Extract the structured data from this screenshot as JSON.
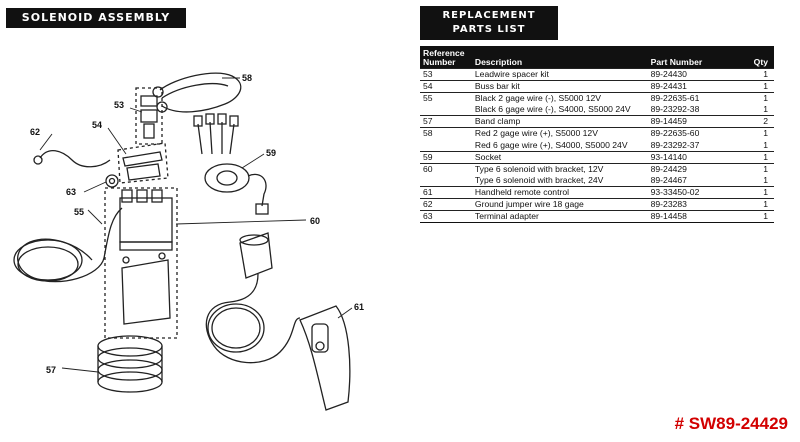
{
  "titles": {
    "left": "SOLENOID ASSEMBLY",
    "right_line1": "REPLACEMENT",
    "right_line2": "PARTS LIST"
  },
  "table": {
    "headers": {
      "ref_line1": "Reference",
      "ref_line2": "Number",
      "description": "Description",
      "part_number": "Part Number",
      "qty": "Qty"
    },
    "rows": [
      {
        "ref": "53",
        "description": "Leadwire spacer kit",
        "part_number": "89-24430",
        "qty": "1"
      },
      {
        "ref": "54",
        "description": "Buss bar kit",
        "part_number": "89-24431",
        "qty": "1"
      },
      {
        "ref": "55",
        "description": "Black 2 gage wire (-), S5000 12V",
        "part_number": "89-22635-61",
        "qty": "1"
      },
      {
        "ref": "",
        "description": "Black 6 gage wire (-), S4000, S5000 24V",
        "part_number": "89-23292-38",
        "qty": "1"
      },
      {
        "ref": "57",
        "description": "Band clamp",
        "part_number": "89-14459",
        "qty": "2"
      },
      {
        "ref": "58",
        "description": "Red 2 gage wire (+), S5000 12V",
        "part_number": "89-22635-60",
        "qty": "1"
      },
      {
        "ref": "",
        "description": "Red 6 gage wire (+), S4000, S5000 24V",
        "part_number": "89-23292-37",
        "qty": "1"
      },
      {
        "ref": "59",
        "description": "Socket",
        "part_number": "93-14140",
        "qty": "1"
      },
      {
        "ref": "60",
        "description": "Type 6 solenoid with bracket, 12V",
        "part_number": "89-24429",
        "qty": "1"
      },
      {
        "ref": "",
        "description": "Type 6 solenoid with bracket, 24V",
        "part_number": "89-24467",
        "qty": "1"
      },
      {
        "ref": "61",
        "description": "Handheld remote control",
        "part_number": "93-33450-02",
        "qty": "1"
      },
      {
        "ref": "62",
        "description": "Ground jumper wire 18 gage",
        "part_number": "89-23283",
        "qty": "1"
      },
      {
        "ref": "63",
        "description": "Terminal adapter",
        "part_number": "89-14458",
        "qty": "1"
      }
    ]
  },
  "diagram_callouts": {
    "c53": "53",
    "c54": "54",
    "c55": "55",
    "c57": "57",
    "c58": "58",
    "c59": "59",
    "c60": "60",
    "c61": "61",
    "c62": "62",
    "c63": "63"
  },
  "footer": {
    "code": "# SW89-24429",
    "color": "#d20000"
  }
}
